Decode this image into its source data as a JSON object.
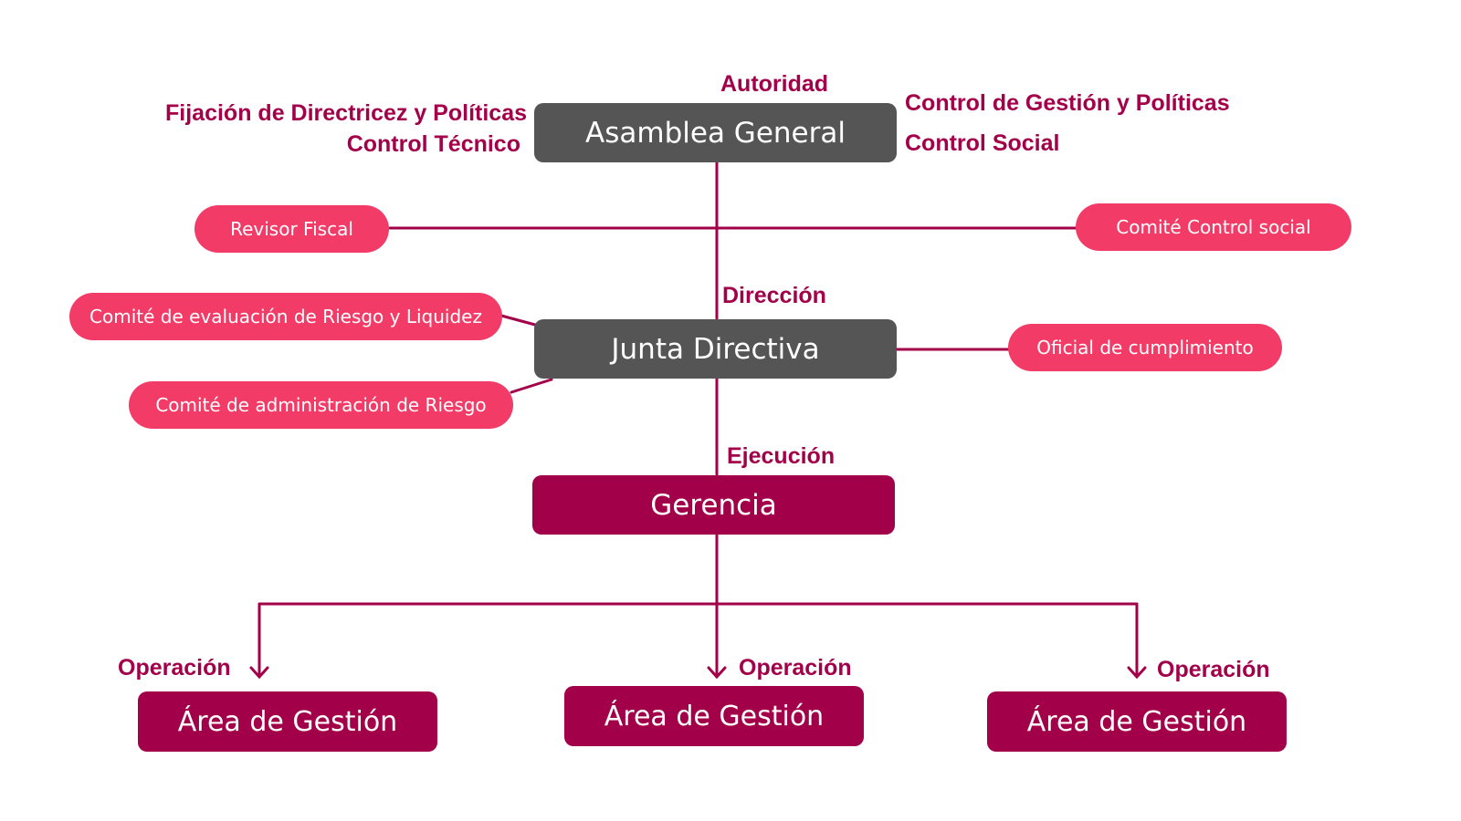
{
  "colors": {
    "primary": "#a3004a",
    "box_gray": "#555555",
    "pill": "#f23b67",
    "text_on_box": "#ffffff"
  },
  "nodes": {
    "asamblea": "Asamblea General",
    "junta": "Junta Directiva",
    "gerencia": "Gerencia",
    "areas": [
      "Área de Gestión",
      "Área de Gestión",
      "Área de Gestión"
    ]
  },
  "side_units": {
    "revisor_fiscal": "Revisor Fiscal",
    "comite_control_social": "Comité Control social",
    "comite_riesgo_liquidez": "Comité de evaluación de Riesgo y Liquidez",
    "comite_admin_riesgo": "Comité de administración de Riesgo",
    "oficial_cumplimiento": "Oficial de cumplimiento"
  },
  "labels": {
    "autoridad": "Autoridad",
    "fijacion": "Fijación de Directricez y Políticas",
    "control_tecnico": "Control Técnico",
    "control_gestion": "Control de Gestión y Políticas",
    "control_social": "Control Social",
    "direccion": "Dirección",
    "ejecucion": "Ejecución",
    "operacion": [
      "Operación",
      "Operación",
      "Operación"
    ]
  }
}
